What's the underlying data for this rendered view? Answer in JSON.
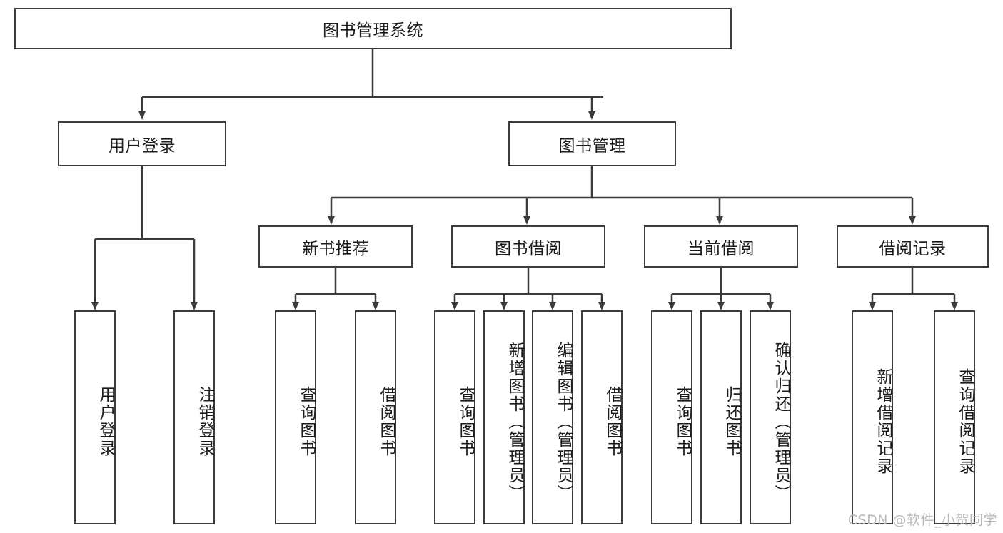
{
  "diagram": {
    "type": "hierarchy-tree",
    "title": "图书管理系统",
    "root": {
      "label": "图书管理系统"
    },
    "level2": [
      {
        "label": "用户登录"
      },
      {
        "label": "图书管理"
      }
    ],
    "level3": [
      {
        "label": "新书推荐"
      },
      {
        "label": "图书借阅"
      },
      {
        "label": "当前借阅"
      },
      {
        "label": "借阅记录"
      }
    ],
    "leaves": {
      "user_login": [
        {
          "label": "用户登录"
        },
        {
          "label": "注销登录"
        }
      ],
      "new_book_recommend": [
        {
          "label": "查询图书"
        },
        {
          "label": "借阅图书"
        }
      ],
      "book_borrow": [
        {
          "label": "查询图书"
        },
        {
          "label": "新增图书（管理员）"
        },
        {
          "label": "编辑图书（管理员）"
        },
        {
          "label": "借阅图书"
        }
      ],
      "current_borrow": [
        {
          "label": "查询图书"
        },
        {
          "label": "归还图书"
        },
        {
          "label": "确认归还（管理员）"
        }
      ],
      "borrow_record": [
        {
          "label": "新增借阅记录"
        },
        {
          "label": "查询借阅记录"
        }
      ]
    }
  },
  "watermark": {
    "text": "CSDN @软件_小贺同学"
  },
  "colors": {
    "stroke": "#3b3b3b",
    "fill": "#ffffff",
    "text": "#1c1c1c",
    "watermark": "#b9b9b9"
  }
}
